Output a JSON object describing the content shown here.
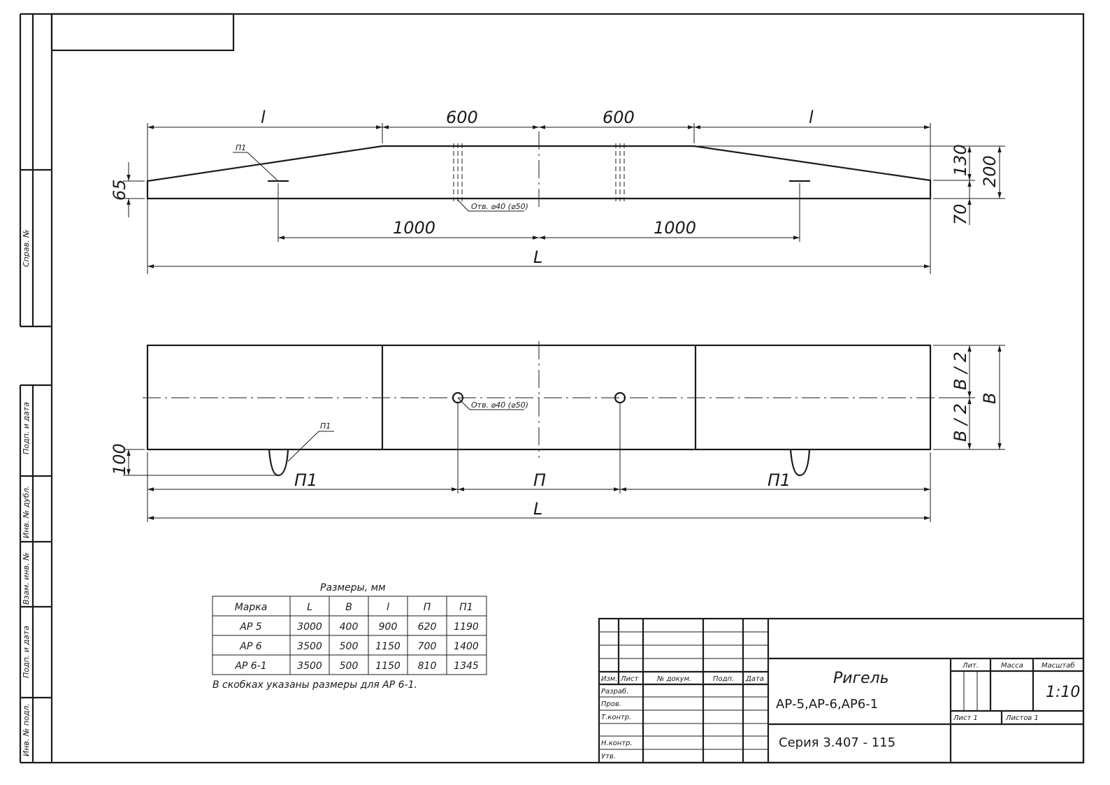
{
  "side_view": {
    "top_dims": [
      "l",
      "600",
      "600",
      "l"
    ],
    "bottom_dims": [
      "1000",
      "1000"
    ],
    "overall": "L",
    "left_height": "65",
    "right_dims": [
      "130",
      "200",
      "70"
    ],
    "hole_note": "Отв. ⌀40 (⌀50)",
    "marker": "П1"
  },
  "plan_view": {
    "bottom_dims": [
      "П1",
      "П",
      "П1"
    ],
    "overall": "L",
    "left_dim": "100",
    "right_dims": [
      "B / 2",
      "B / 2",
      "B"
    ],
    "hole_note": "Отв. ⌀40 (⌀50)",
    "marker": "П1"
  },
  "table": {
    "caption": "Размеры, мм",
    "headers": [
      "Марка",
      "L",
      "B",
      "l",
      "П",
      "П1"
    ],
    "rows": [
      [
        "АР 5",
        "3000",
        "400",
        "900",
        "620",
        "1190"
      ],
      [
        "АР 6",
        "3500",
        "500",
        "1150",
        "700",
        "1400"
      ],
      [
        "АР 6-1",
        "3500",
        "500",
        "1150",
        "810",
        "1345"
      ]
    ],
    "note": "В скобках указаны размеры для АР 6-1."
  },
  "title_block": {
    "title": "Ригель",
    "subtitle": "АР-5,АР-6,АР6-1",
    "series": "Серия 3.407 - 115",
    "headers": [
      "Изм.",
      "Лист",
      "№ докум.",
      "Подп.",
      "Дата"
    ],
    "roles": [
      "Разраб.",
      "Пров.",
      "Т.контр.",
      "Н.контр.",
      "Утв."
    ],
    "lit": "Лит.",
    "mass": "Масса",
    "scale_label": "Масштаб",
    "scale": "1:10",
    "sheet": "Лист 1",
    "sheets": "Листов 1"
  },
  "side_strip": {
    "labels": [
      "Справ. №",
      "Подп. и дата",
      "Инв. № дубл.",
      "Взам. инв. №",
      "Подп. и дата",
      "Инв. № подл."
    ]
  }
}
